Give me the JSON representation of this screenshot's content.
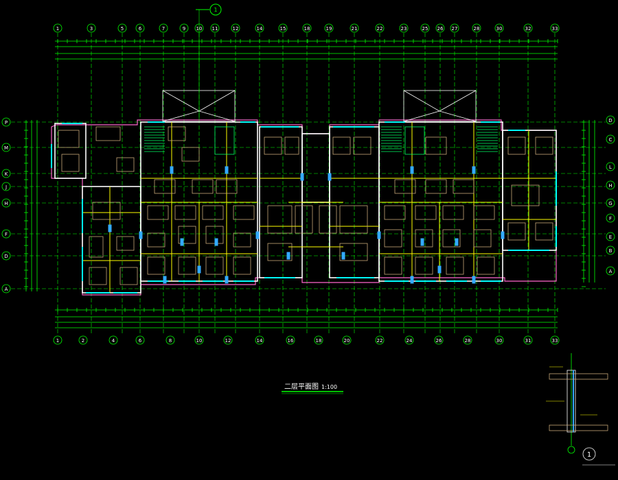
{
  "drawing": {
    "title": "二层平面图",
    "scale": "1:100",
    "detail_number": "1",
    "north_mark_number": "1"
  },
  "axes": {
    "top": [
      "1",
      "3",
      "5",
      "6",
      "7",
      "9",
      "10",
      "11",
      "12",
      "14",
      "15",
      "18",
      "19",
      "21",
      "22",
      "23",
      "25",
      "26",
      "27",
      "28",
      "30",
      "32",
      "33"
    ],
    "bottom": [
      "1",
      "2",
      "4",
      "6",
      "8",
      "10",
      "12",
      "14",
      "16",
      "18",
      "20",
      "22",
      "24",
      "26",
      "28",
      "30",
      "31",
      "33"
    ],
    "left": [
      "P",
      "M",
      "K",
      "J",
      "H",
      "F",
      "D",
      "A"
    ],
    "right": [
      "D",
      "C",
      "L",
      "H",
      "G",
      "F",
      "E",
      "B",
      "A"
    ]
  },
  "colors": {
    "background": "#000000",
    "axis": "#00ff00",
    "dimension": "#00ff00",
    "wall": "#ffffff",
    "partition": "#ffff00",
    "window": "#00ffff",
    "room_label": "#ff3333",
    "outline": "#ff66cc",
    "furniture": "#c8a878",
    "door": "#33aaff"
  }
}
